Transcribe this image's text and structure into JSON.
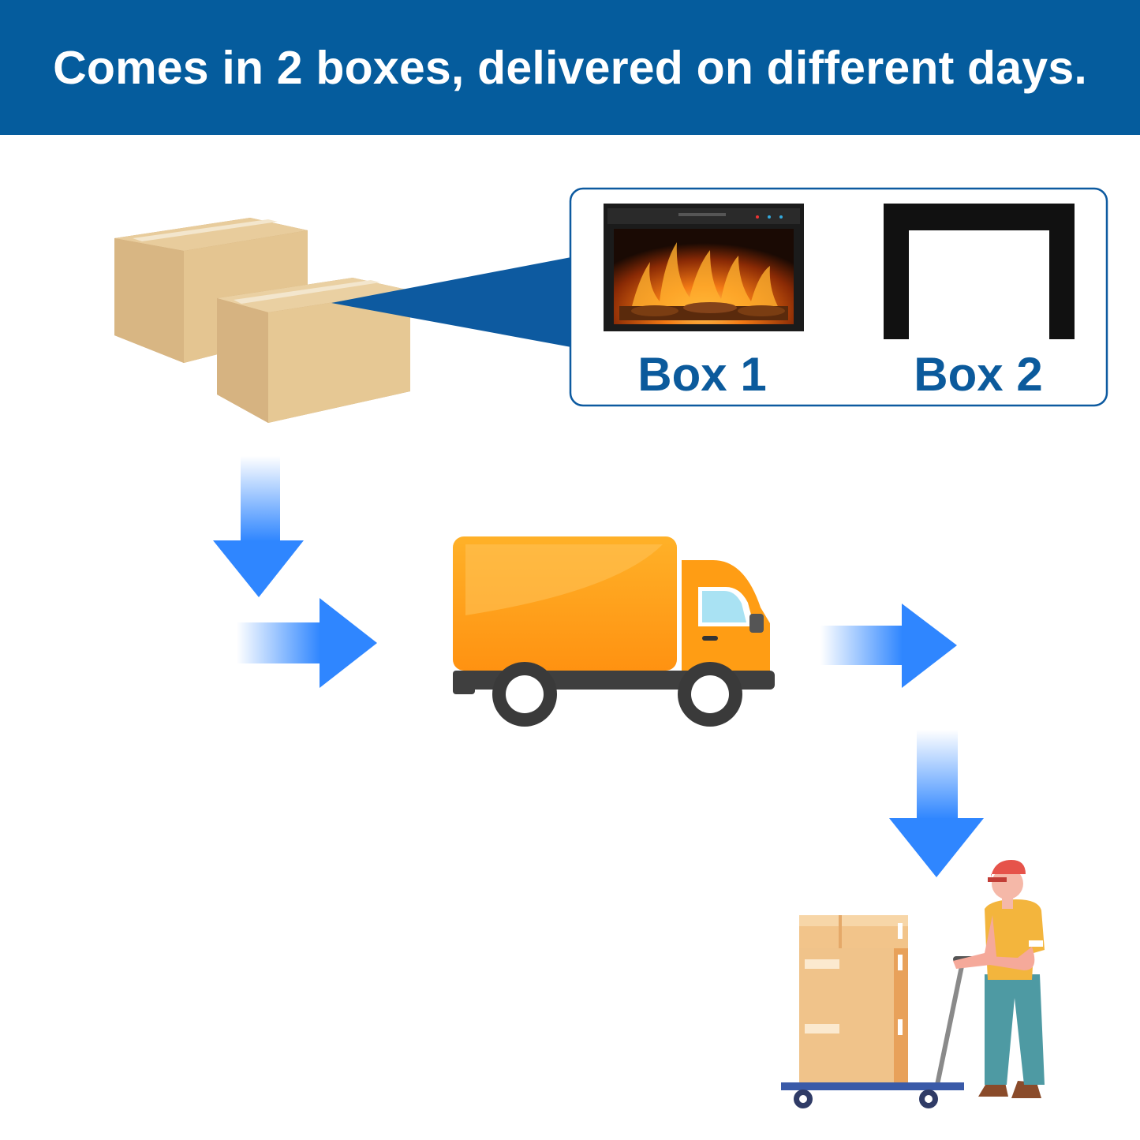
{
  "header": {
    "title": "Comes in 2 boxes, delivered on different days."
  },
  "callout": {
    "box1_label": "Box 1",
    "box2_label": "Box 2"
  },
  "colors": {
    "header_bg": "#055c9d",
    "label_blue": "#0b5a9c",
    "arrow_blue": "#2f86ff",
    "truck_orange": "#ff9e1b",
    "cardboard": "#e2c08f"
  },
  "icons": [
    "cardboard-box-icon",
    "fireplace-insert-icon",
    "mantel-frame-icon",
    "arrow-down-icon",
    "arrow-right-icon",
    "delivery-truck-icon",
    "delivery-person-icon",
    "hand-cart-icon"
  ]
}
